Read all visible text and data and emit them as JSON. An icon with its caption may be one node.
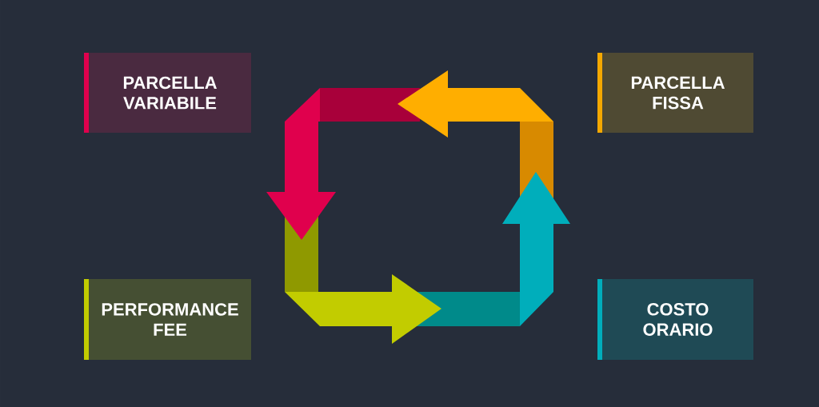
{
  "diagram": {
    "nodes": [
      {
        "text": [
          "PARCELLA VARIABILE"
        ]
      },
      {
        "text": [
          "PARCELLA FISSA"
        ]
      },
      {
        "text": [
          "PERFORMANCE FEE"
        ]
      },
      {
        "text": [
          "COSTO ORARIO"
        ]
      }
    ]
  }
}
